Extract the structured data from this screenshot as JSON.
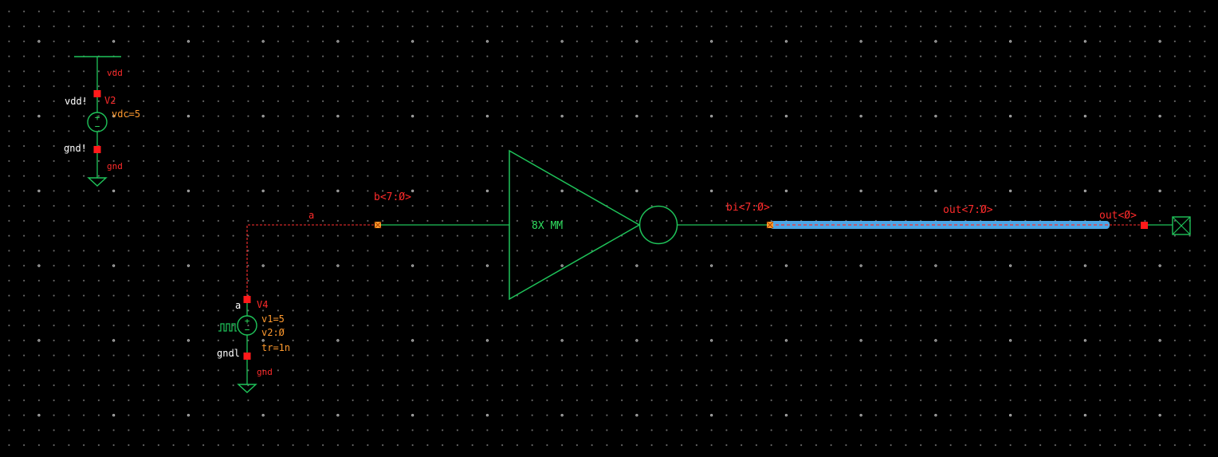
{
  "colors": {
    "wire": "#1fc45a",
    "pin": "#ff1a1a",
    "net_label": "#ff2b2b",
    "param_label": "#ff9a2e",
    "selected_bus": "#55b8ff",
    "background": "#000000"
  },
  "v2_source": {
    "instance": "V2",
    "param": "vdc=5",
    "top_terminal_label": "vdd!",
    "bottom_terminal_label": "gnd!",
    "top_net": "vdd",
    "bottom_net": "gnd",
    "plus_sign": "+",
    "minus_sign": "−"
  },
  "v4_source": {
    "instance": "V4",
    "params": [
      "v1=5",
      "v2:Ø",
      "tr=1n"
    ],
    "top_terminal_label": "a",
    "bottom_terminal_label": "gndl",
    "bottom_net": "gnd",
    "plus_sign": "+",
    "minus_sign": "−"
  },
  "nets": {
    "input_net": "a",
    "inverter_input_bus": "b<7:Ø>",
    "inverter_output_bus": "bi<7:Ø>",
    "output_bus": "out<7:Ø>",
    "output_bit": "out<Ø>"
  },
  "inverter": {
    "label": "8X MM"
  }
}
